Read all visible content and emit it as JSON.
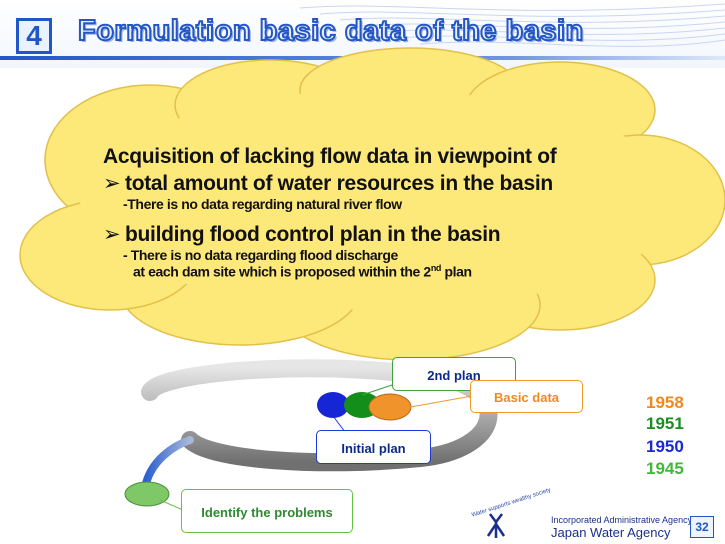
{
  "header": {
    "section_number": "4",
    "title": "Formulation basic data of the basin"
  },
  "cloud": {
    "heading": "Acquisition of lacking flow data in viewpoint of",
    "bullet1": "total amount of water resources in the basin",
    "bullet1_note": "-There is no data regarding natural river flow",
    "bullet2": "building flood control plan in the basin",
    "bullet2_note_line1": "- There is no data regarding flood discharge",
    "bullet2_note_line2": "at each dam site which is proposed within the 2",
    "bullet2_note_sup": "nd",
    "bullet2_note_tail": " plan",
    "bullet_symbol": "➢"
  },
  "diagram": {
    "second_plan": "2nd plan",
    "basic_data": "Basic data",
    "initial_plan": "Initial plan",
    "identify_problems": "Identify the problems"
  },
  "years": [
    "1958",
    "1951",
    "1950",
    "1945"
  ],
  "colors": {
    "orange": "#f0881e",
    "dark_green": "#1e8c25",
    "blue": "#1929d6",
    "light_green": "#42b83a",
    "cloud_fill": "#fde87a",
    "accent": "#1f57c8"
  },
  "footer": {
    "tagline": "Water supports wealthy society",
    "agency_small": "Incorporated Administrative Agency",
    "agency_name": "Japan Water Agency",
    "page_number": "32"
  }
}
